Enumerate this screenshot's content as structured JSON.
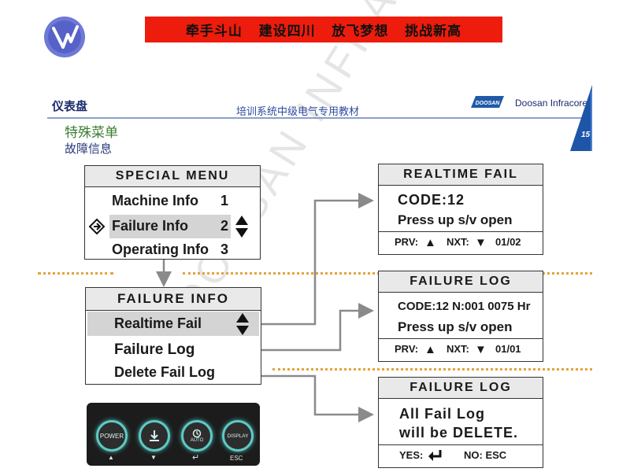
{
  "header": {
    "slogan": "牵手斗山   建设四川   放飞梦想   挑战新高",
    "section_title": "仪表盘",
    "subtitle": "培训系统中级电气专用教材",
    "doosan_badge": "DOOSAN",
    "doosan_infracore": "Doosan Infracore",
    "page_number": "15"
  },
  "headings": {
    "special_menu_cn": "特殊菜单",
    "fault_info_cn": "故障信息"
  },
  "special_menu": {
    "title": "SPECIAL MENU",
    "items": [
      {
        "label": "Machine Info",
        "num": "1"
      },
      {
        "label": "Failure Info",
        "num": "2"
      },
      {
        "label": "Operating Info",
        "num": "3"
      }
    ]
  },
  "failure_info": {
    "title": "FAILURE INFO",
    "items": [
      "Realtime Fail",
      "Failure Log",
      "Delete Fail Log"
    ]
  },
  "realtime_fail": {
    "title": "REALTIME FAIL",
    "code": "CODE:12",
    "message": "Press up s/v open",
    "prv": "PRV:",
    "nxt": "NXT:",
    "page": "01/02"
  },
  "failure_log": {
    "title": "FAILURE LOG",
    "code": "CODE:12 N:001 0075 Hr",
    "message": "Press up s/v open",
    "prv": "PRV:",
    "nxt": "NXT:",
    "page": "01/01"
  },
  "delete_log": {
    "title": "FAILURE LOG",
    "line1": "All Fail Log",
    "line2": "will be DELETE.",
    "yes": "YES:",
    "no": "NO: ESC"
  },
  "keypad": {
    "power": "POWER",
    "auto": "AUTO",
    "display": "DISPLAY",
    "esc": "ESC"
  },
  "watermark": "DOOSAN INFRACORE",
  "colors": {
    "slogan_bg": "#ee1c0c",
    "doosan_blue": "#1f5aa8",
    "dots": "#e6a23c",
    "highlight": "#d4d4d4"
  }
}
